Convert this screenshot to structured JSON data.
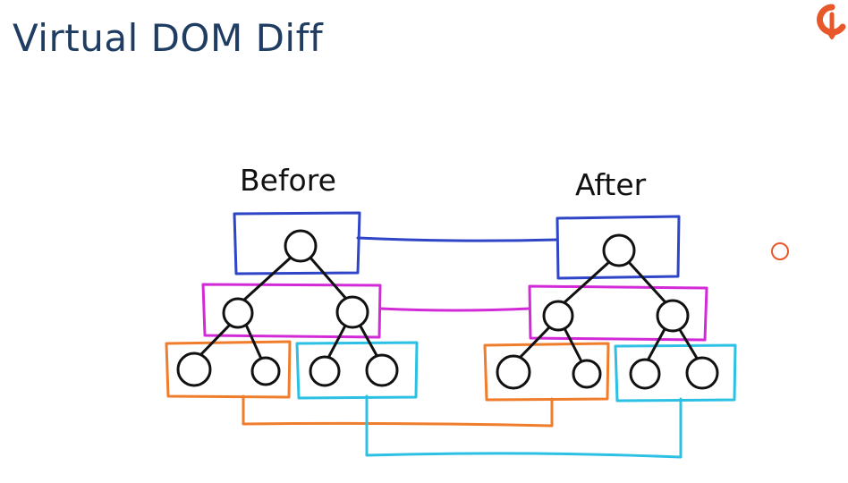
{
  "slide": {
    "title": "Virtual DOM Diff"
  },
  "diagram": {
    "before_label": "Before",
    "after_label": "After",
    "colors": {
      "root_level": "#2f45c8",
      "second_level": "#d12ad6",
      "third_level_left": "#ef7d2c",
      "third_level_right": "#2cc0e4",
      "nodes": "#111111",
      "slide_title": "#1f3d62",
      "logo": "#e8572a"
    }
  },
  "icons": [
    "logo-icon",
    "circle-icon"
  ]
}
